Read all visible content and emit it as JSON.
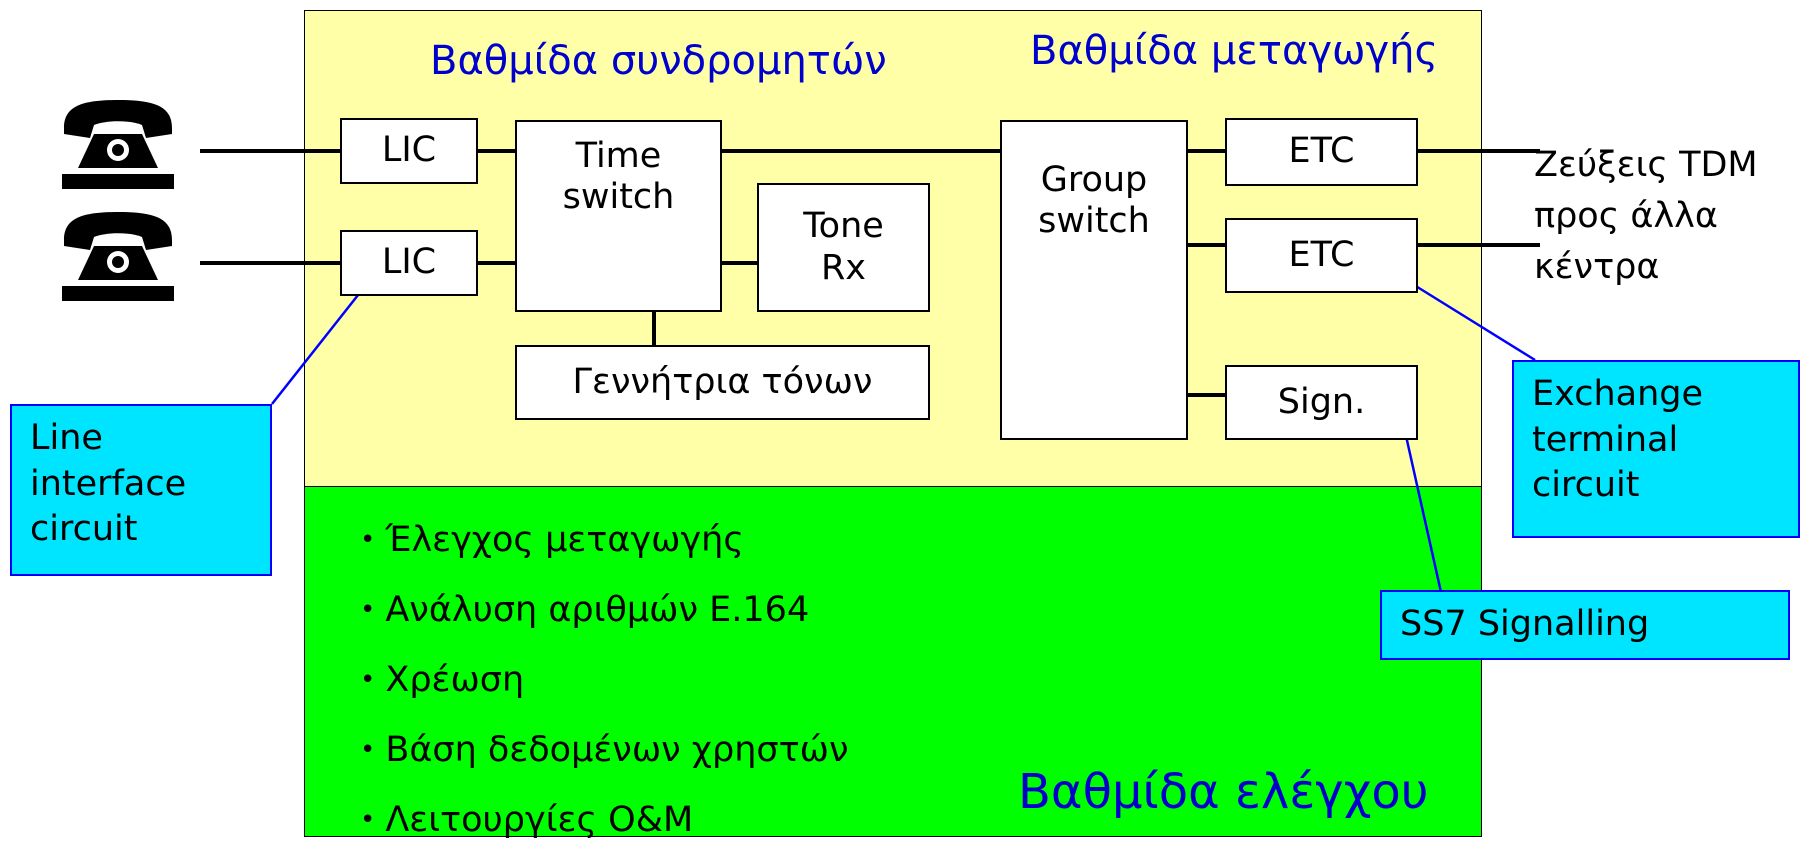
{
  "sections": {
    "subscriber_stage": "Βαθμίδα συνδρομητών",
    "switching_stage": "Βαθμίδα μεταγωγής",
    "control_stage": "Βαθμίδα ελέγχου"
  },
  "blocks": {
    "lic_1": "LIC",
    "lic_2": "LIC",
    "time_switch": [
      "Time",
      "switch"
    ],
    "tone_rx": [
      "Tone",
      "Rx"
    ],
    "tone_generator": "Γεννήτρια τόνων",
    "group_switch": [
      "Group",
      "switch"
    ],
    "etc_1": "ETC",
    "etc_2": "ETC",
    "sign": "Sign."
  },
  "external_links": [
    "Ζεύξεις TDM",
    "προς άλλα",
    "κέντρα"
  ],
  "control_functions": [
    "Έλεγχος μεταγωγής",
    "Ανάλυση αριθμών E.164",
    "Χρέωση",
    "Βάση δεδομένων χρηστών",
    "Λειτουργίες O&M"
  ],
  "callouts": {
    "line_interface": [
      "Line",
      "interface",
      "circuit"
    ],
    "exchange_terminal": [
      "Exchange",
      "terminal",
      "circuit"
    ],
    "ss7": "SS7 Signalling"
  },
  "icons": {
    "phone_1": "telephone-icon",
    "phone_2": "telephone-icon"
  },
  "colors": {
    "top_panel": "#ffffa8",
    "bottom_panel": "#00ff00",
    "callout_fill": "#00e5ff",
    "callout_border": "#0000ff",
    "stage_title": "#0000cc"
  }
}
